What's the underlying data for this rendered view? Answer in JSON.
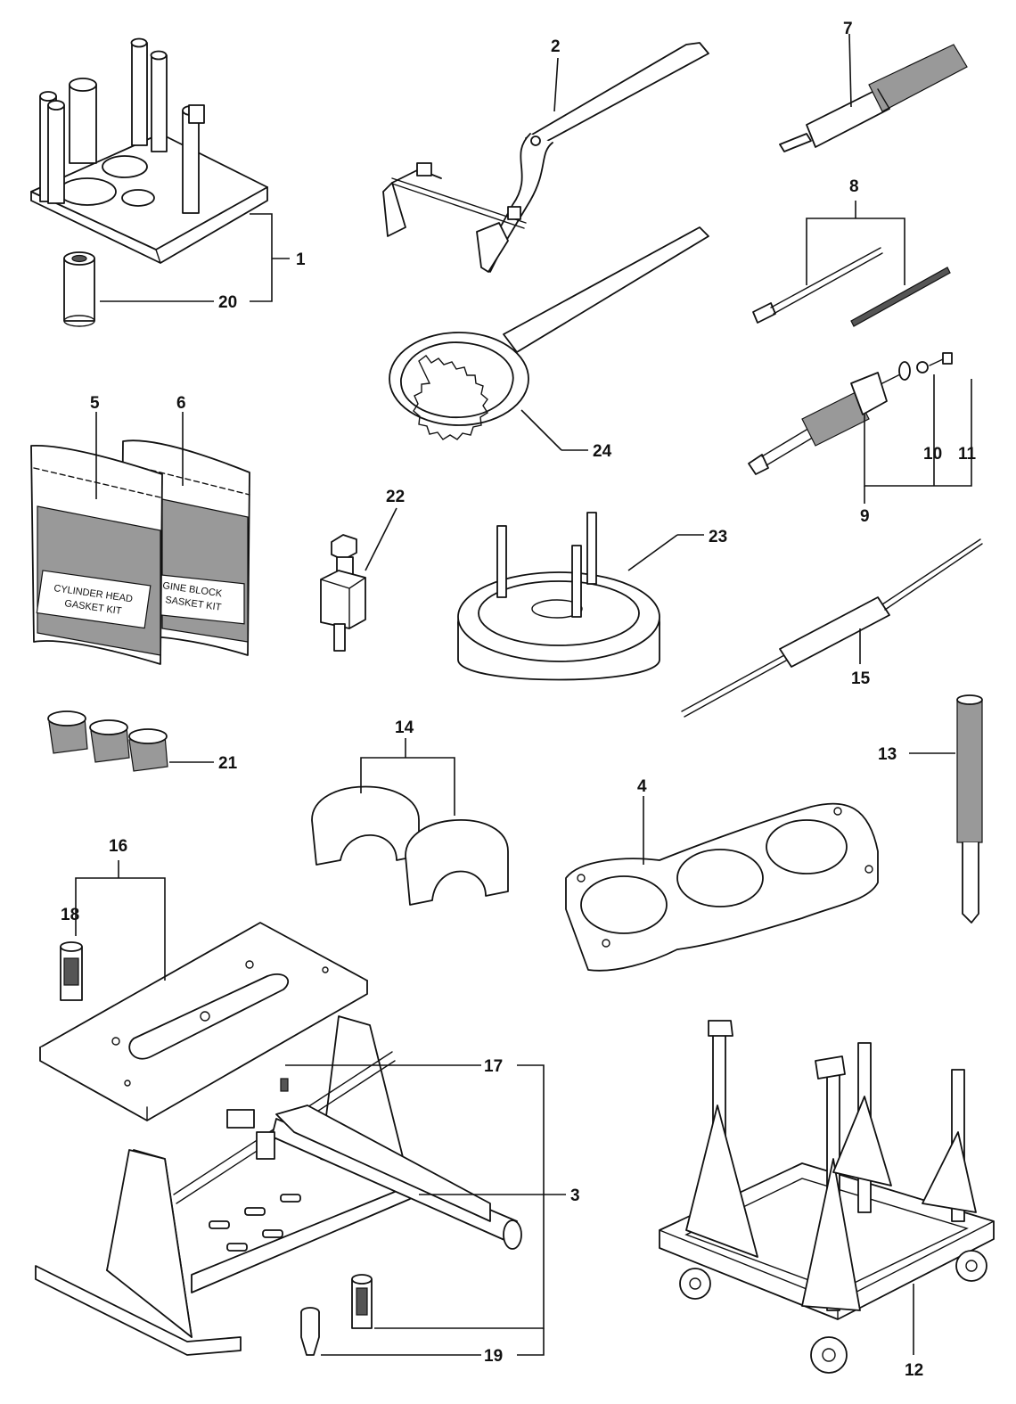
{
  "callouts": {
    "c1": "1",
    "c2": "2",
    "c3": "3",
    "c4": "4",
    "c5": "5",
    "c6": "6",
    "c7": "7",
    "c8": "8",
    "c9": "9",
    "c10": "10",
    "c11": "11",
    "c12": "12",
    "c13": "13",
    "c14": "14",
    "c15": "15",
    "c16": "16",
    "c17": "17",
    "c18": "18",
    "c19": "19",
    "c20": "20",
    "c21": "21",
    "c22": "22",
    "c23": "23",
    "c24": "24"
  },
  "bags": {
    "bag5_line1": "CYLINDER HEAD",
    "bag5_line2": "GASKET KIT",
    "bag6_line1": "GINE BLOCK",
    "bag6_line2": "SASKET KIT"
  }
}
